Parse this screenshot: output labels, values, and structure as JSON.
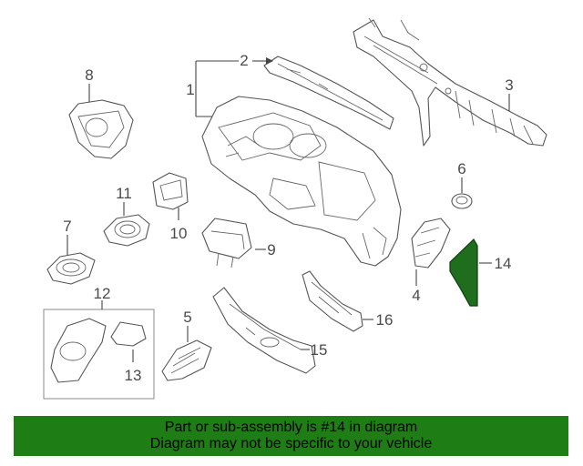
{
  "labels": {
    "l1": "1",
    "l2": "2",
    "l3": "3",
    "l4": "4",
    "l5": "5",
    "l6": "6",
    "l7": "7",
    "l8": "8",
    "l10": "10",
    "l11": "11",
    "l12": "12",
    "l13": "13",
    "l14": "14",
    "l15": "15",
    "l16": "16",
    "l9": "9"
  },
  "highlighted_part": "14",
  "highlight_color": "#1e6e1e",
  "banner": {
    "line1": "Part or sub-assembly is #14 in diagram",
    "line2": "Diagram may not be specific to your vehicle",
    "color": "#1e7d14"
  }
}
